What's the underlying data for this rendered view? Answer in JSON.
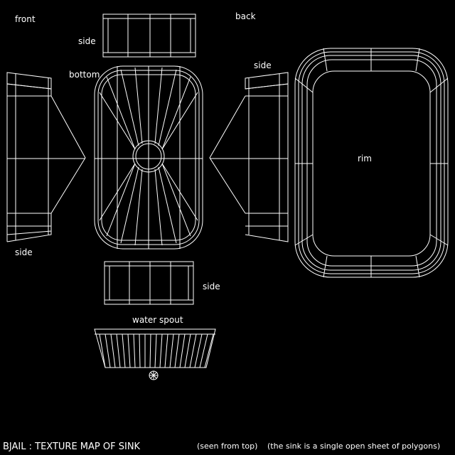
{
  "labels": {
    "front": "front",
    "back": "back",
    "side_top": "side",
    "side_left": "side",
    "side_right": "side",
    "side_bottom": "side",
    "bottom": "bottom",
    "rim": "rim",
    "water_spout": "water spout"
  },
  "caption": {
    "title": "BJAIL : TEXTURE MAP OF SINK",
    "view": "(seen from top)",
    "note": "(the sink is a single open sheet of polygons)"
  },
  "colors": {
    "background": "#000000",
    "wire": "#ffffff"
  }
}
